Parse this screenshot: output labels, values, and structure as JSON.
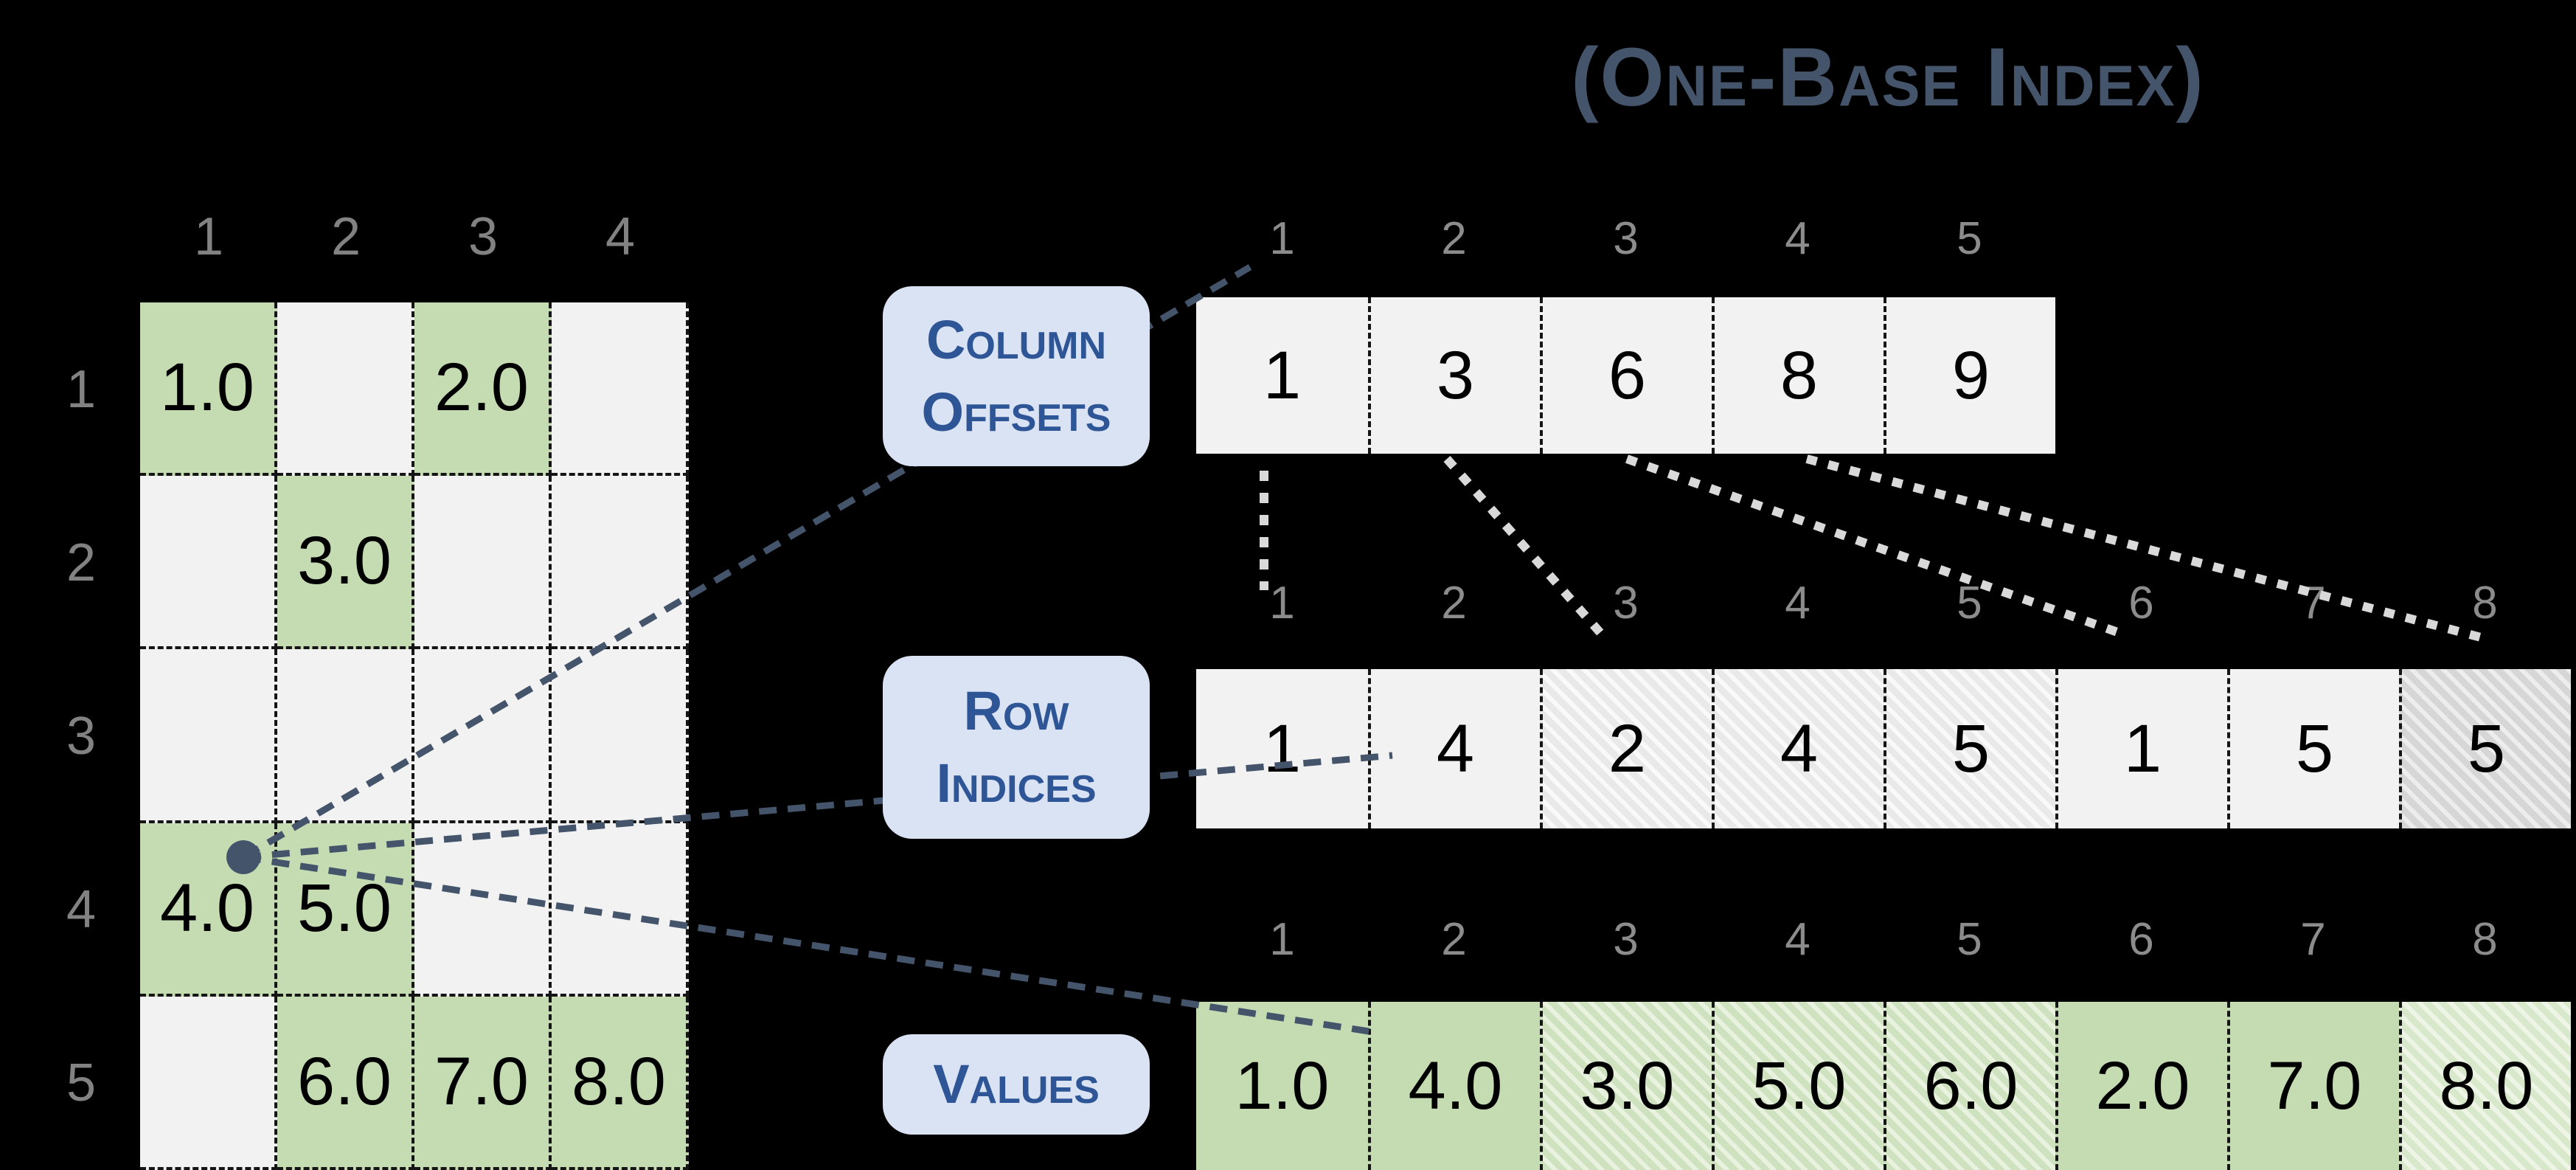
{
  "title": "(One-Base Index)",
  "matrix": {
    "column_headers": [
      "1",
      "2",
      "3",
      "4"
    ],
    "row_headers": [
      "1",
      "2",
      "3",
      "4",
      "5"
    ],
    "rows": [
      [
        "1.0",
        "",
        "2.0",
        ""
      ],
      [
        "",
        "3.0",
        "",
        ""
      ],
      [
        "",
        "",
        "",
        ""
      ],
      [
        "4.0",
        "5.0",
        "",
        ""
      ],
      [
        "",
        "6.0",
        "7.0",
        "8.0"
      ]
    ]
  },
  "labels": {
    "column_offsets": [
      "Column",
      "Offsets"
    ],
    "row_indices": [
      "Row",
      "Indices"
    ],
    "values": [
      "Values"
    ]
  },
  "arrays": {
    "column_offsets": {
      "indices": [
        "1",
        "2",
        "3",
        "4",
        "5"
      ],
      "values": [
        "1",
        "3",
        "6",
        "8",
        "9"
      ],
      "hatched": [],
      "dark_hatched": []
    },
    "row_indices": {
      "indices": [
        "1",
        "2",
        "3",
        "4",
        "5",
        "6",
        "7",
        "8"
      ],
      "values": [
        "1",
        "4",
        "2",
        "4",
        "5",
        "1",
        "5",
        "5"
      ],
      "hatched": [
        3,
        4,
        5
      ],
      "dark_hatched": [
        8
      ]
    },
    "values": {
      "indices": [
        "1",
        "2",
        "3",
        "4",
        "5",
        "6",
        "7",
        "8"
      ],
      "values": [
        "1.0",
        "4.0",
        "3.0",
        "5.0",
        "6.0",
        "2.0",
        "7.0",
        "8.0"
      ],
      "hatched": [
        3,
        4,
        5
      ],
      "dark_hatched": [
        8
      ]
    }
  },
  "colors": {
    "slate": "#44546a",
    "box_fill": "#dae3f3",
    "box_text": "#2e5596",
    "green": "#c5dcb2",
    "gray": "#f2f2f2",
    "tick_gray": "#8c8c8c",
    "header_gray": "#828282",
    "dotted_gray": "#d9d9d9"
  }
}
